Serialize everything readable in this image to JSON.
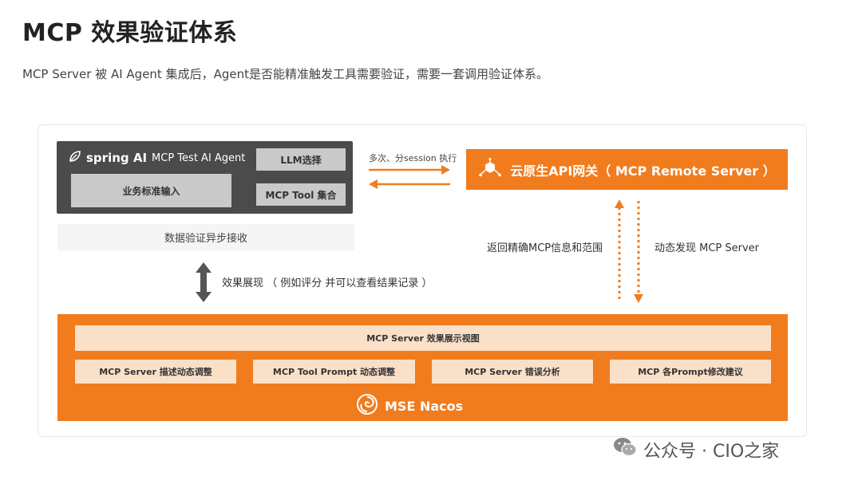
{
  "title": "MCP 效果验证体系",
  "subtitle": "MCP Server 被 AI Agent 集成后，Agent是否能精准触发工具需要验证，需要一套调用验证体系。",
  "agent": {
    "brand": "spring AI",
    "name": "MCP Test AI Agent",
    "llm_label": "LLM选择",
    "tool_label": "MCP Tool 集合",
    "input_label": "业务标准输入"
  },
  "async_label": "数据验证异步接收",
  "effect_label": "效果展现 （ 例如评分 并可以查看结果记录 ）",
  "multi_label": "多次、分session 执行",
  "gateway": {
    "label": "云原生API网关（ MCP Remote Server ）"
  },
  "return_label": "返回精确MCP信息和范围",
  "discover_label": "动态发现 MCP Server",
  "nacos": {
    "view_label": "MCP Server 效果展示视图",
    "boxes": [
      "MCP Server 描述动态调整",
      "MCP Tool Prompt 动态调整",
      "MCP Server 错误分析",
      "MCP 各Prompt修改建议"
    ],
    "label": "MSE Nacos"
  },
  "watermark": "公众号 · CIO之家",
  "colors": {
    "orange": "#f07c1e",
    "dark": "#4b4b4b",
    "peach": "#fbe0c8",
    "gray": "#c9c9c9"
  }
}
